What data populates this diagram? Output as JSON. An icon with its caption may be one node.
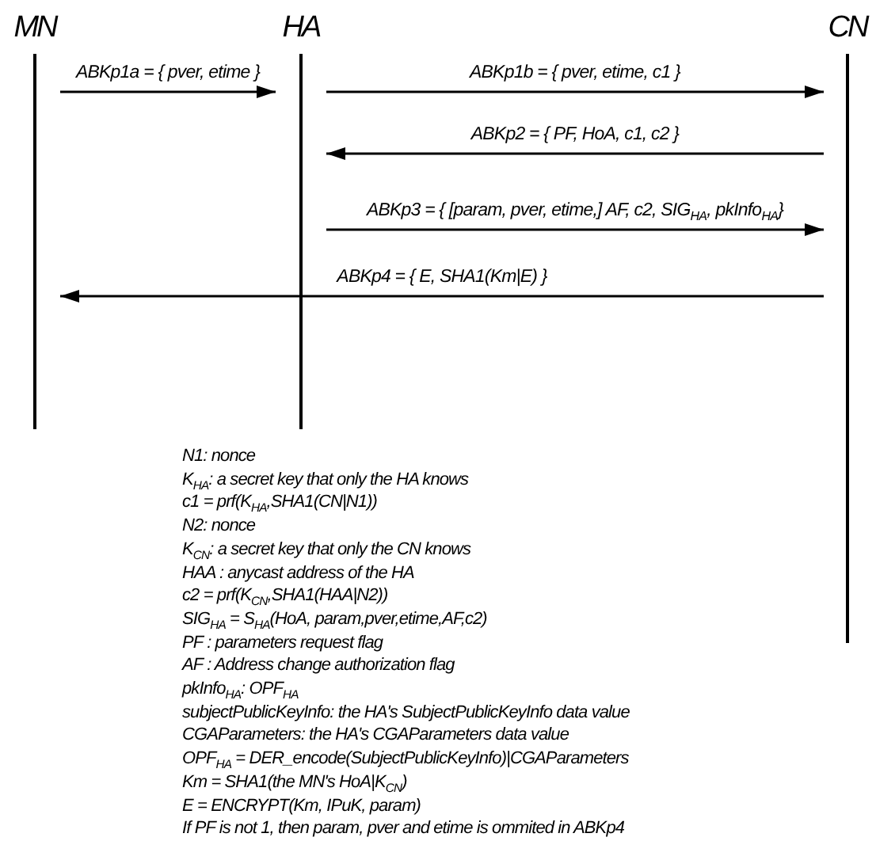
{
  "diagram": {
    "nodes": [
      {
        "text": [
          "MN"
        ]
      },
      {
        "text": [
          "HA"
        ]
      },
      {
        "text": [
          "CN"
        ]
      }
    ],
    "edges": [
      {
        "from": 0,
        "to": 1,
        "arrow": "to",
        "label": "ABKp1a = { pver, etime }"
      },
      {
        "from": 1,
        "to": 2,
        "arrow": "to",
        "label": "ABKp1b = { pver, etime, c1 }"
      },
      {
        "from": 2,
        "to": 1,
        "arrow": "to",
        "label": "ABKp2 = { PF, HoA, c1, c2 }"
      },
      {
        "from": 1,
        "to": 2,
        "arrow": "to",
        "label": "ABKp3 = { [param, pver, etime,] AF, c2, SIG$_{HA}$, pkInfo$_{HA}$}"
      },
      {
        "from": 2,
        "to": 0,
        "arrow": "to",
        "label": "ABKp4 = { E, SHA1(Km|E) }"
      }
    ],
    "labels": [
      "N1: nonce",
      "K$_{HA}$: a secret key that only the HA knows",
      "c1 = prf(K$_{HA}$,SHA1(CN|N1))",
      "N2: nonce",
      "K$_{CN}$: a secret key that only the CN knows",
      "HAA : anycast address of the HA",
      "c2 = prf(K$_{CN}$,SHA1(HAA|N2))",
      "SIG$_{HA}$ = S$_{HA}$(HoA, param,pver,etime,AF,c2)",
      "PF : parameters request flag",
      "AF : Address change authorization flag",
      "pkInfo$_{HA}$: OPF$_{HA}$",
      "subjectPublicKeyInfo: the HA's SubjectPublicKeyInfo data value",
      "CGAParameters: the HA's CGAParameters data value",
      "OPF$_{HA}$ = DER_encode(SubjectPublicKeyInfo)|CGAParameters",
      "Km = SHA1(the MN's HoA|K$_{CN}$)",
      "E = ENCRYPT(Km, IPuK, param)",
      "If PF is not 1, then param, pver and etime is ommited in ABKp4"
    ]
  }
}
